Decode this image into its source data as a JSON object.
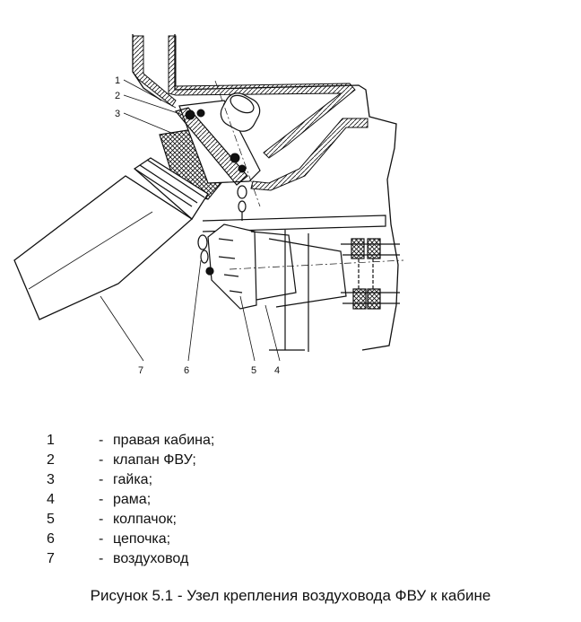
{
  "callouts": [
    "1",
    "2",
    "3",
    "7",
    "6",
    "5",
    "4"
  ],
  "legend": [
    {
      "num": "1",
      "text": "правая  кабина;"
    },
    {
      "num": "2",
      "text": "клапан  ФВУ;"
    },
    {
      "num": "3",
      "text": "гайка;"
    },
    {
      "num": "4",
      "text": "рама;"
    },
    {
      "num": "5",
      "text": "колпачок;"
    },
    {
      "num": "6",
      "text": "цепочка;"
    },
    {
      "num": "7",
      "text": "воздуховод"
    }
  ],
  "separator": "-",
  "caption": "Рисунок 5.1 - Узел крепления воздуховода ФВУ к кабине"
}
